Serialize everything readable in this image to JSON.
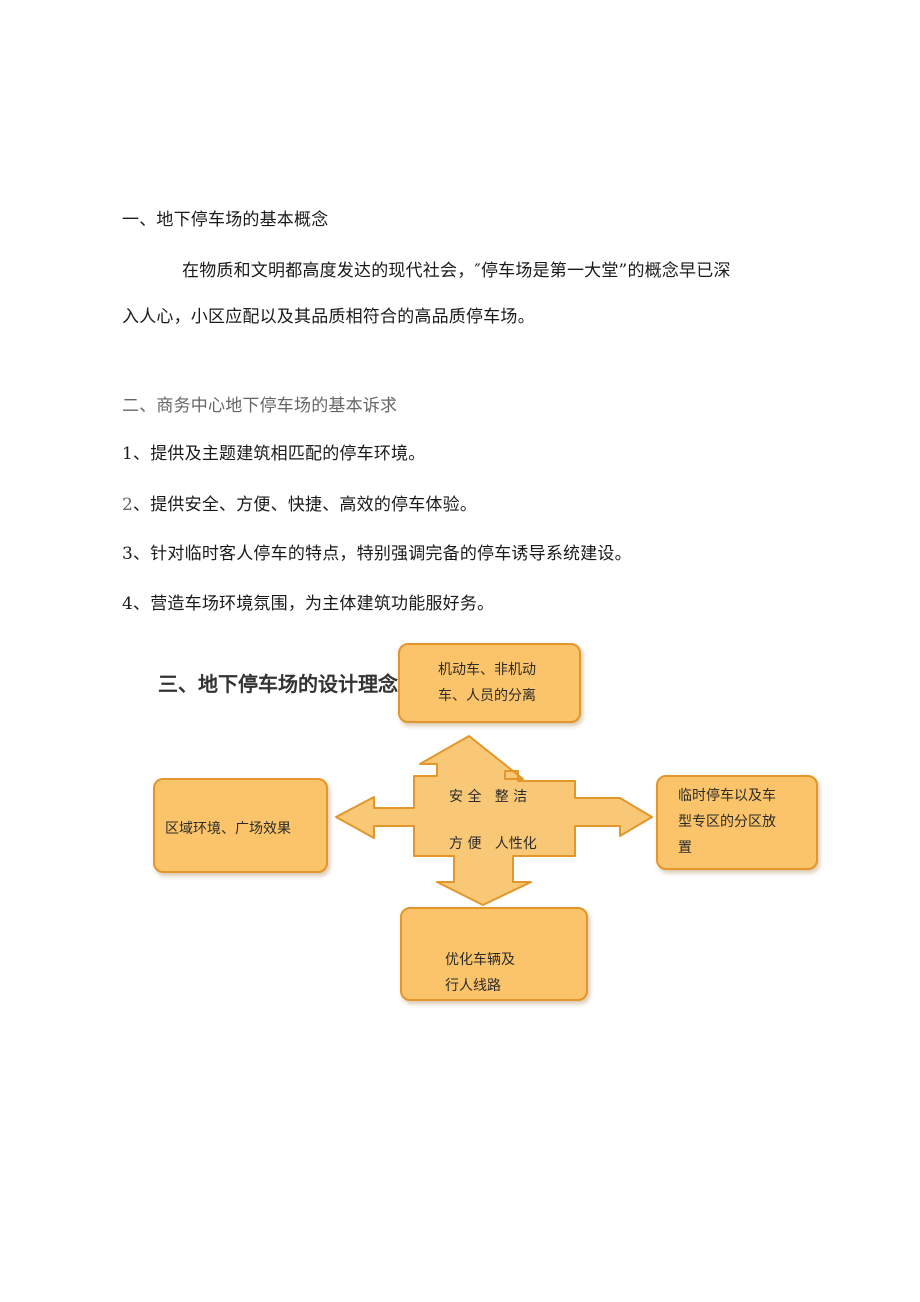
{
  "section1": {
    "heading": "一、地下停车场的基本概念",
    "para_line1": "在物质和文明都高度发达的现代社会，″停车场是第一大堂”的概念早已深",
    "para_line2": "入人心，小区应配以及其品质相符合的高品质停车场。"
  },
  "section2": {
    "heading": "二、商务中心地下停车场的基本诉求",
    "items": [
      {
        "num": "1",
        "text": "、提供及主题建筑相匹配的停车环境。"
      },
      {
        "num": "2",
        "text": "、提供安全、方便、快捷、高效的停车体验。"
      },
      {
        "num": "3",
        "text": "、针对临时客人停车的特点，特别强调完备的停车诱导系统建设。"
      },
      {
        "num": "4",
        "text": "、营造车场环境氛围，为主体建筑功能服好务。"
      }
    ]
  },
  "diagram": {
    "heading": "三、地下停车场的设计理念和原则",
    "center_line1": "安 全   整 洁",
    "center_line2": "方 便   人性化",
    "top_box": [
      "机动车、非机动",
      "车、人员的分离"
    ],
    "left_box": [
      "区域环境、广场效果"
    ],
    "right_box": [
      "临时停车以及车",
      "型专区的分区放",
      "置"
    ],
    "bottom_box": [
      "优化车辆及",
      "行人线路"
    ],
    "colors": {
      "fill": "#fbc46a",
      "border": "#e2962c",
      "arrow_fill": "#f9c877"
    }
  }
}
